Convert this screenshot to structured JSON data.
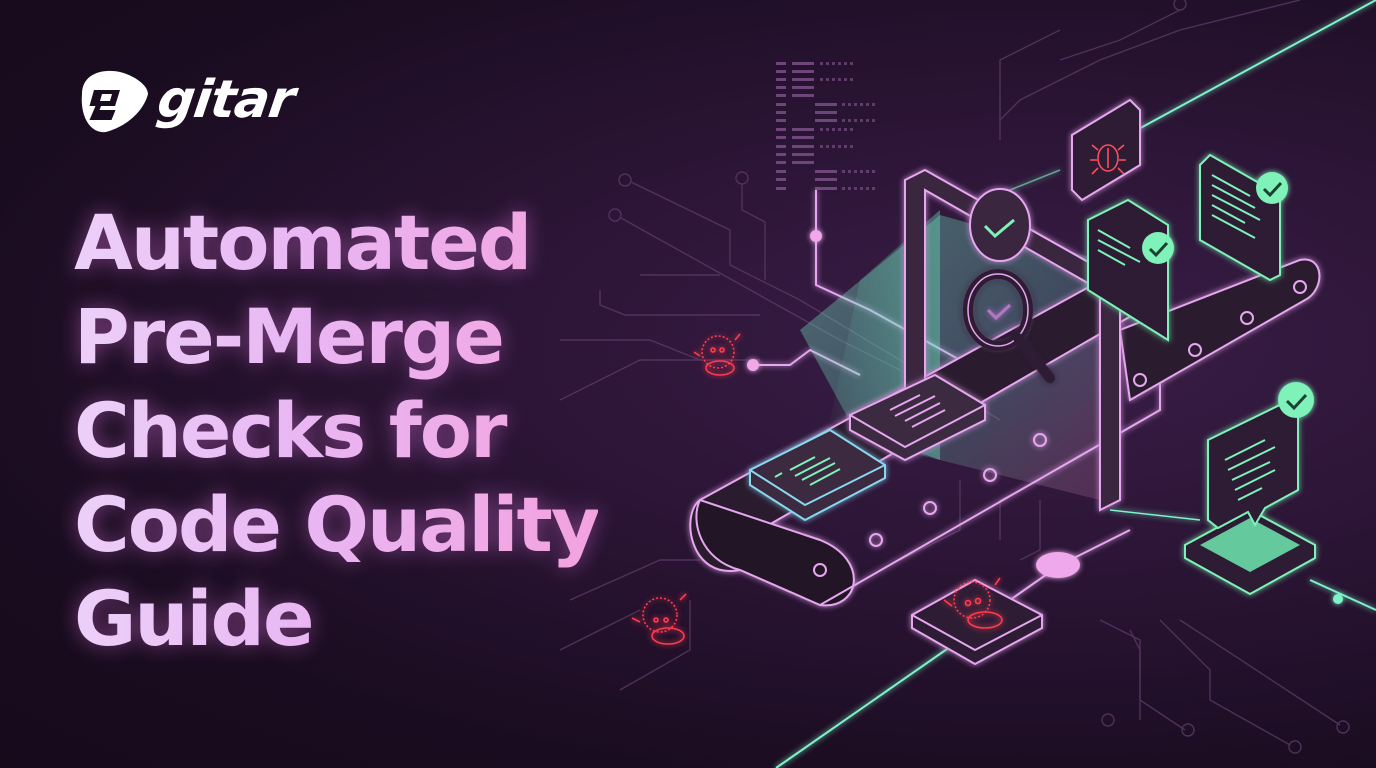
{
  "brand": {
    "name": "gitar",
    "logo_icon": "gitar-logo-icon"
  },
  "hero": {
    "title_lines": [
      "Automated",
      "Pre-Merge",
      "Checks for",
      "Code Quality",
      "Guide"
    ]
  },
  "illustration": {
    "elements": [
      {
        "name": "conveyor-belt",
        "icon": "conveyor-icon"
      },
      {
        "name": "scanner-gate",
        "icon": "gate-icon"
      },
      {
        "name": "check-badge",
        "icon": "check-circle-icon"
      },
      {
        "name": "magnifier",
        "icon": "magnifying-glass-check-icon"
      },
      {
        "name": "bug-card",
        "icon": "bug-icon"
      },
      {
        "name": "approved-code-cards",
        "icon": "code-card-check-icon"
      },
      {
        "name": "approved-chat-bubble",
        "icon": "chat-bubble-check-icon"
      },
      {
        "name": "rejected-bug-bots",
        "icon": "bug-bot-icon"
      },
      {
        "name": "code-snippet-columns",
        "icon": "code-lines-icon"
      }
    ],
    "colors": {
      "background": "#1a0c20",
      "pink_outline": "#e7a6f0",
      "mint_accent": "#7ef2b8",
      "red_bug": "#ff3b4e",
      "title_start": "#ecd0f8",
      "title_end": "#f3a2df"
    }
  }
}
